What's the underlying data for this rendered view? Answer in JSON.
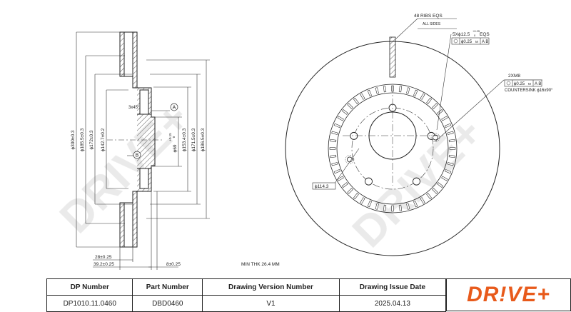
{
  "watermark": "DRIVE+",
  "annotations": {
    "ribs": "48 RIBS EQS",
    "all_sides": "ALL SIDES",
    "holes": "5Xϕ12.5",
    "holes_tol_upper": "+0.25",
    "holes_tol_lower": "0",
    "holes_eqs": "EQS",
    "pos_tol": "ϕ0.25",
    "pos_mod": "M",
    "pos_ref": "A B",
    "thread": "2XM8",
    "thread_tol": "ϕ0.25",
    "thread_mod": "M",
    "thread_ref": "A B",
    "countersink": "COUNTERSINK ϕ16x90°",
    "pcd": "ϕ114.3",
    "min_thk": "MIN THK 26.4 MM",
    "chamfer": "3x45°",
    "datum_a": "A",
    "datum_b": "B"
  },
  "dims": {
    "d300": "ϕ300±0.3",
    "d1855": "ϕ185.5±0.3",
    "d172": "ϕ172±0.3",
    "d1427": "ϕ142.7±0.2",
    "d69": "ϕ69",
    "d69_tol_upper": "+0.15",
    "d69_tol_lower": "0",
    "d1534": "ϕ153.4±0.3",
    "d1715": "ϕ171.5±0.3",
    "d1865": "ϕ186.5±0.3",
    "w28": "28±0.25",
    "w392": "39.2±0.25",
    "w8": "8±0.25"
  },
  "title_block": {
    "headers": [
      "DP Number",
      "Part Number",
      "Drawing Version Number",
      "Drawing Issue Date"
    ],
    "values": [
      "DP1010.11.0460",
      "DBD0460",
      "V1",
      "2025.04.13"
    ],
    "logo": "DR!VE+"
  }
}
